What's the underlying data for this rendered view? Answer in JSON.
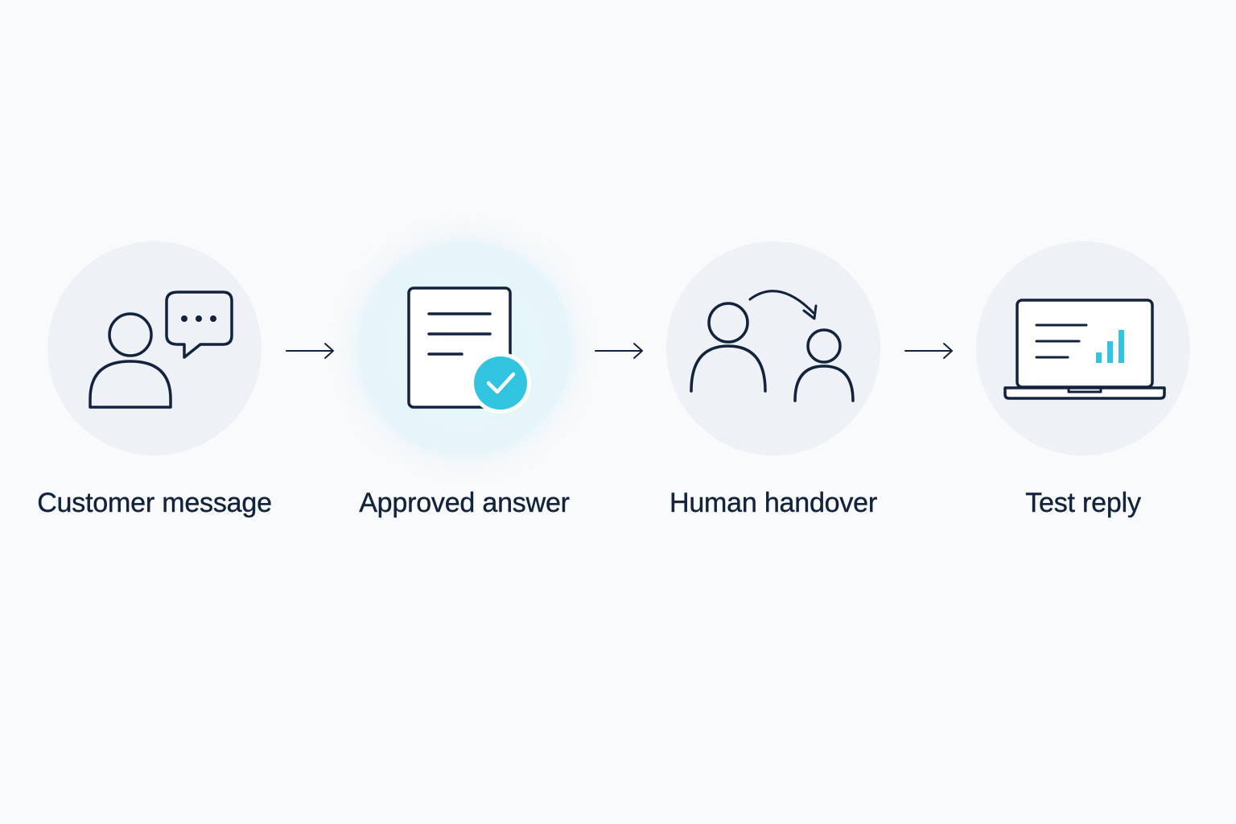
{
  "steps": [
    {
      "label": "Customer message",
      "icon": "customer-message-icon"
    },
    {
      "label": "Approved answer",
      "icon": "approved-document-icon"
    },
    {
      "label": "Human handover",
      "icon": "human-handover-icon"
    },
    {
      "label": "Test reply",
      "icon": "laptop-chart-icon"
    }
  ],
  "colors": {
    "ink": "#13233d",
    "accent": "#31c4e0",
    "circle": "#eef1f5",
    "highlight_circle": "#e4f6fb",
    "background": "#f9fafb"
  }
}
